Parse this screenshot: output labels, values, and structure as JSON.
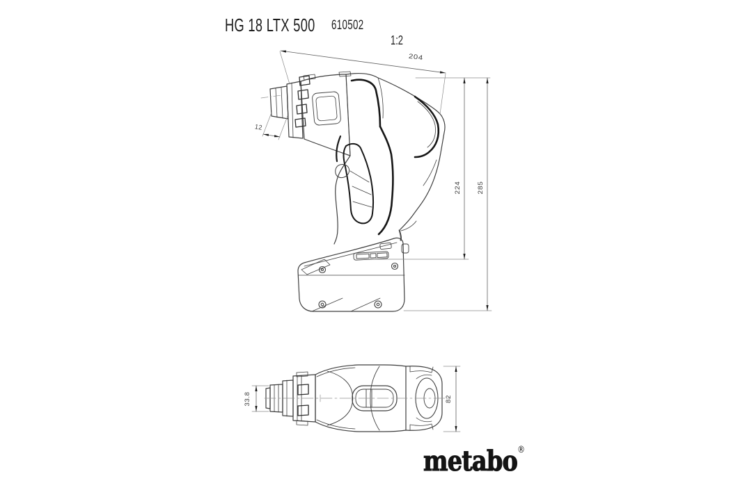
{
  "header": {
    "model": "HG 18 LTX 500",
    "article_number": "610502",
    "scale": "1:2"
  },
  "dimensions": {
    "side_view": {
      "overall_length": "204",
      "nozzle_length": "12",
      "height_to_battery_rail": "224",
      "overall_height": "285"
    },
    "top_view": {
      "nozzle_width": "33.8",
      "housing_width": "82"
    }
  },
  "branding": {
    "logo": "metabo",
    "registered_mark": "®"
  }
}
